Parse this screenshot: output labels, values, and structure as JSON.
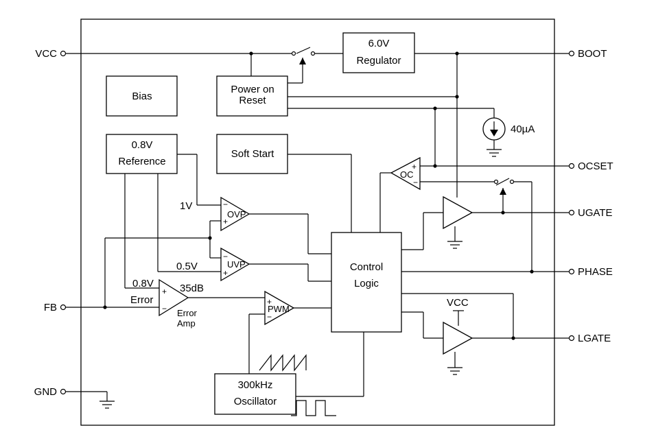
{
  "pins": {
    "vcc": "VCC",
    "boot": "BOOT",
    "ocset": "OCSET",
    "ugate": "UGATE",
    "phase": "PHASE",
    "lgate": "LGATE",
    "fb": "FB",
    "gnd": "GND"
  },
  "blocks": {
    "regulator": [
      "6.0V",
      "Regulator"
    ],
    "bias": "Bias",
    "por": [
      "Power on",
      "Reset"
    ],
    "reference": [
      "0.8V",
      "Reference"
    ],
    "soft_start": "Soft Start",
    "control_logic": [
      "Control",
      "Logic"
    ],
    "oscillator": [
      "300kHz",
      "Oscillator"
    ]
  },
  "comparators": {
    "ovp": "OVP",
    "uvp": "UVP",
    "oc": "OC",
    "pwm": "PWM",
    "error_amp": [
      "Error",
      "Amp"
    ]
  },
  "labels": {
    "one_v": "1V",
    "half_v": "0.5V",
    "err_ref": "0.8V",
    "err_word": "Error",
    "gain": "35dB",
    "current": "40µA",
    "lgate_vcc": "VCC",
    "plus": "+",
    "minus": "−"
  }
}
